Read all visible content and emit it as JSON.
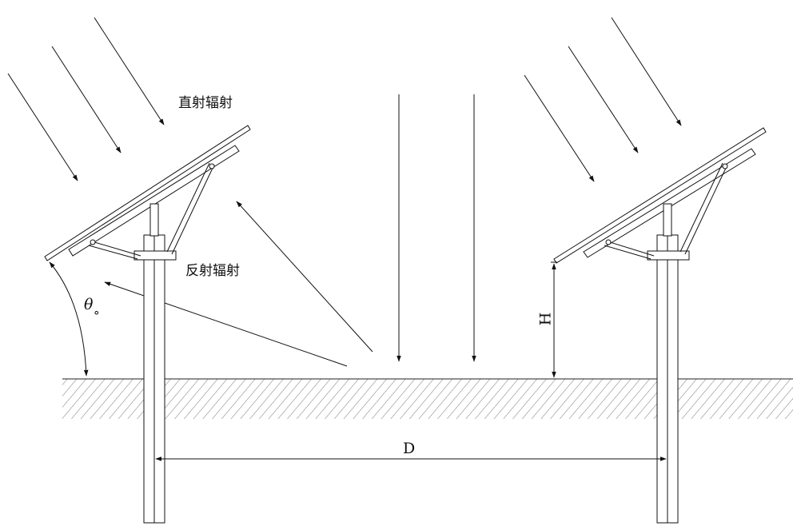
{
  "labels": {
    "direct_radiation": "直射辐射",
    "reflected_radiation": "反射辐射",
    "tilt_angle_symbol": "θ",
    "tilt_angle_unit": "°",
    "mount_height": "H",
    "row_spacing": "D"
  },
  "colors": {
    "line": "#111111",
    "background": "#ffffff"
  }
}
